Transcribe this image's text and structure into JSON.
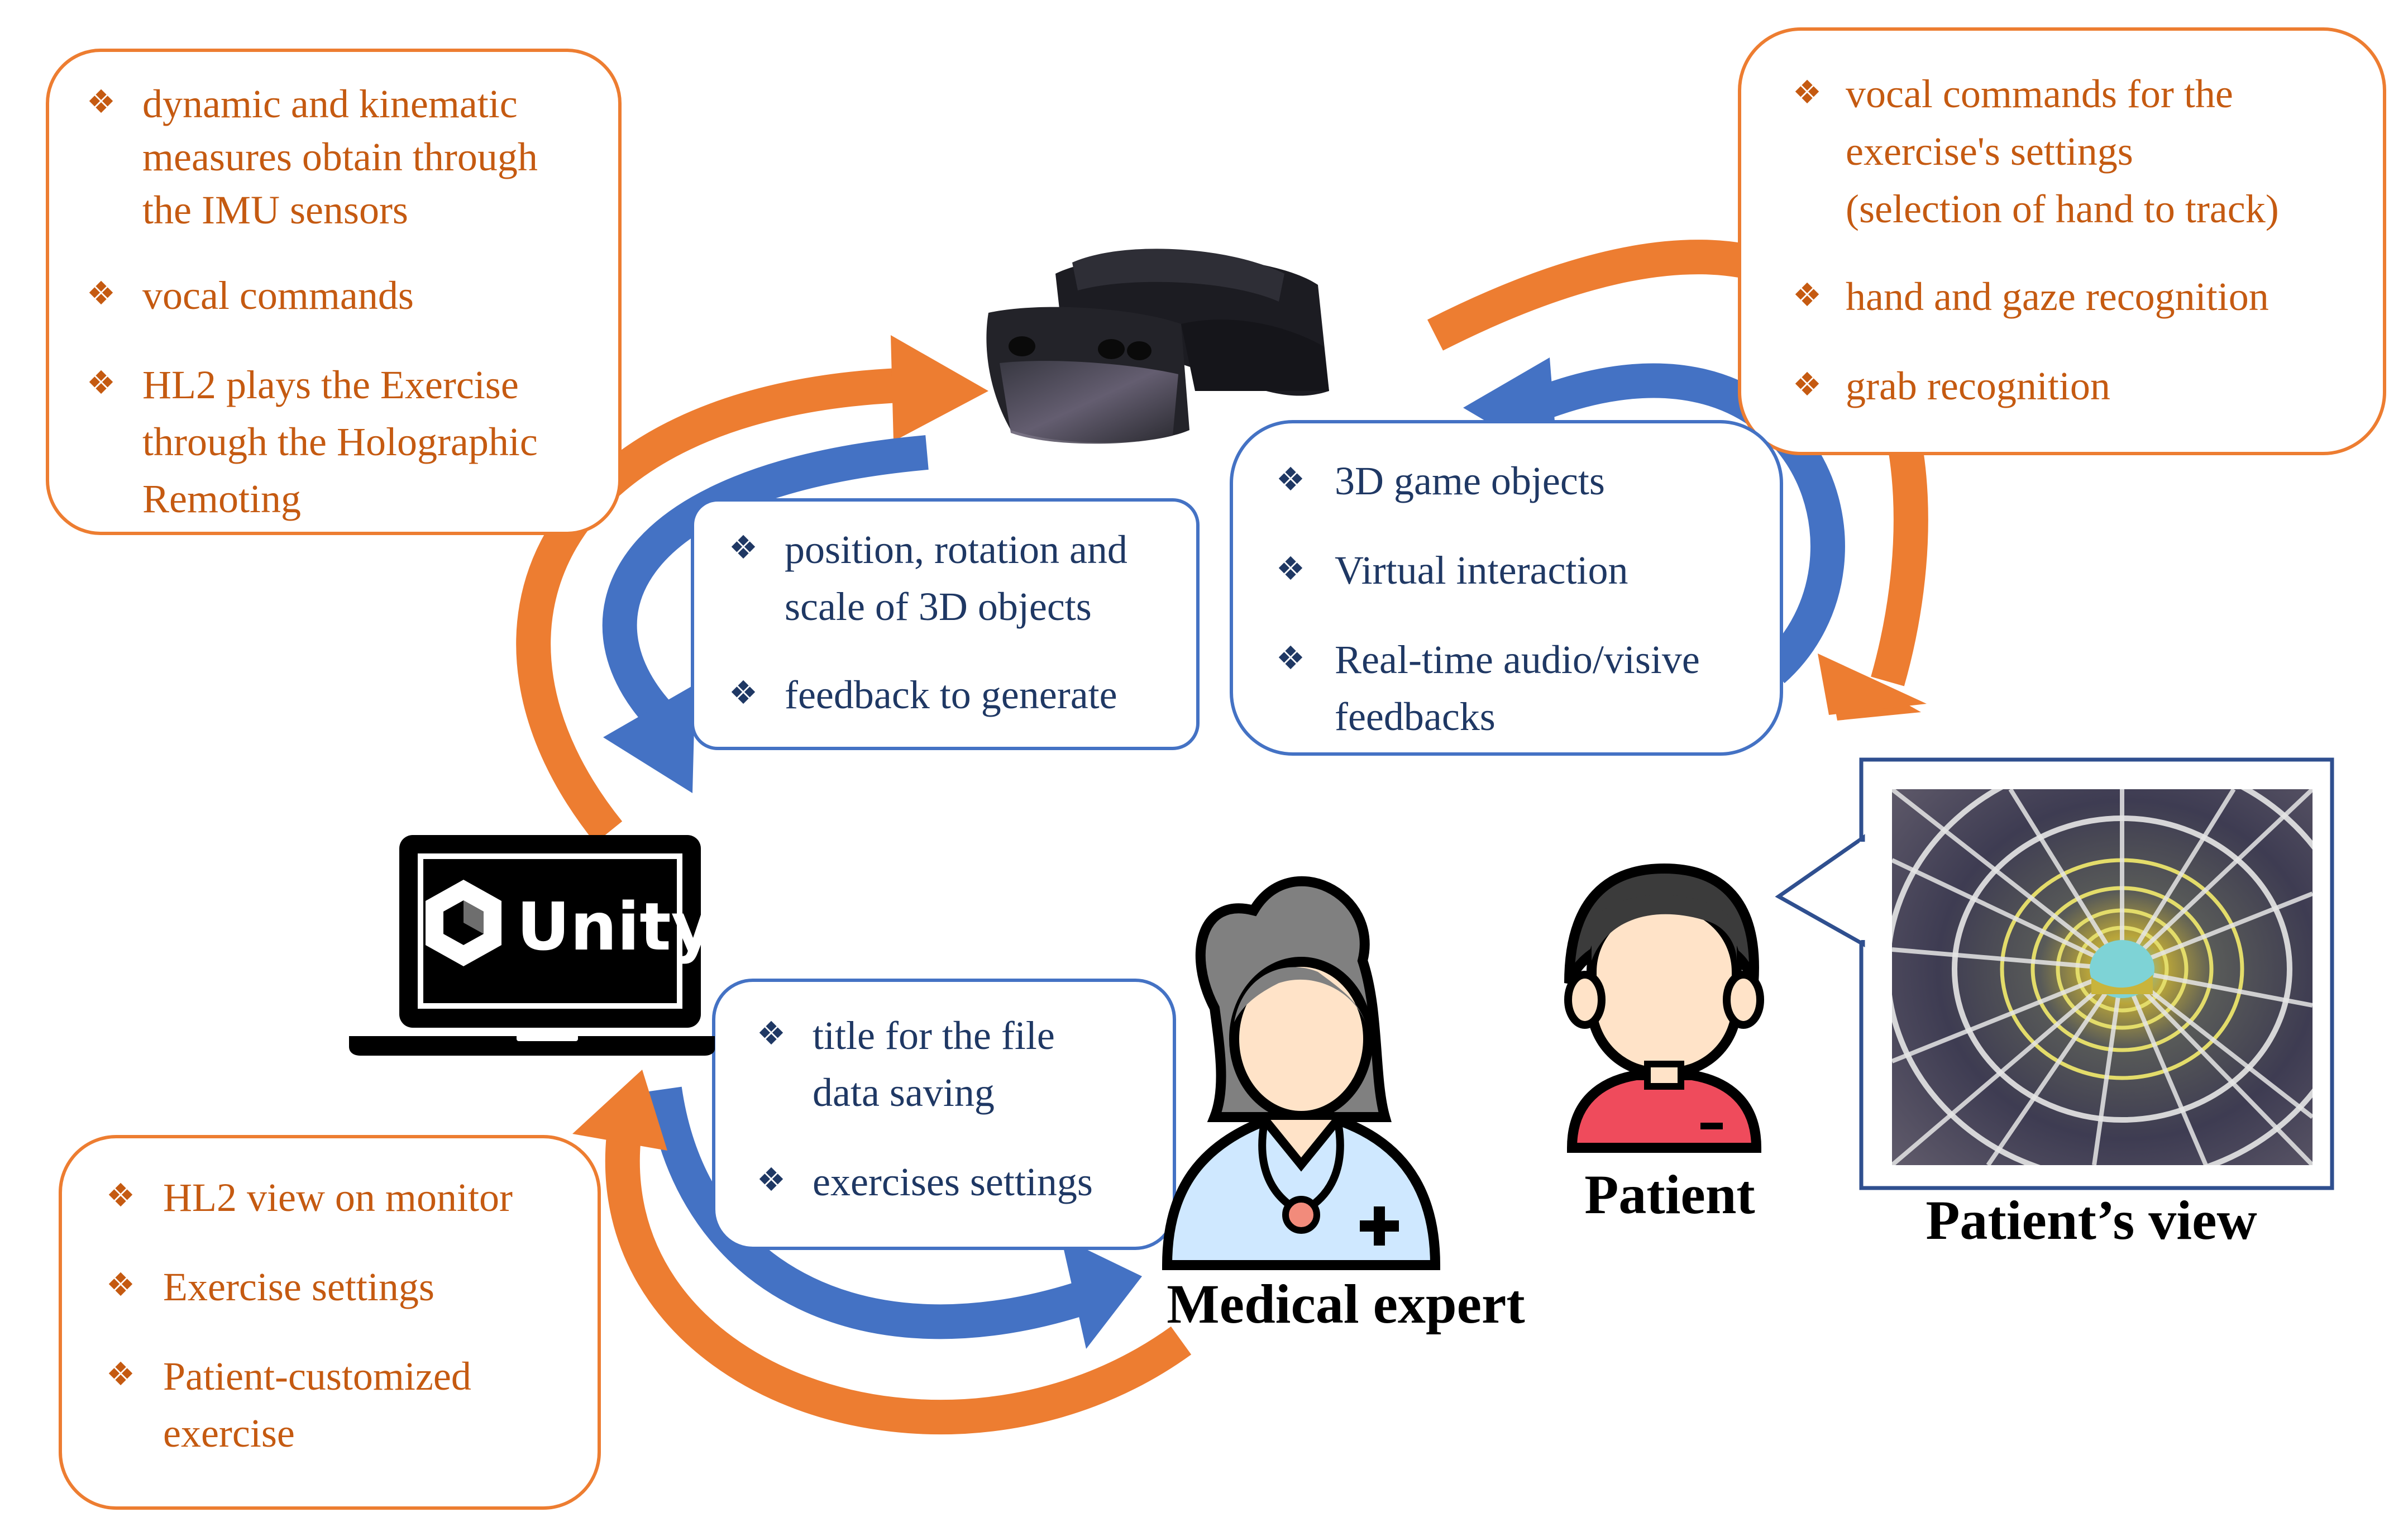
{
  "colors": {
    "orange": "#ed7d31",
    "orange_text": "#c55a11",
    "blue": "#4472c4",
    "blue_text": "#1f3864",
    "navy_frame": "#2f4f8f"
  },
  "icons": [
    "bullet-diamond-icon",
    "hololens-headset-icon",
    "laptop-icon",
    "unity-logo-icon",
    "doctor-icon",
    "patient-icon",
    "tunnel-view-image"
  ],
  "boxes": {
    "hl2_sensors": {
      "items": [
        [
          "dynamic and kinematic",
          "measures obtain through",
          "the IMU sensors"
        ],
        [
          "vocal commands"
        ],
        [
          "HL2 plays the Exercise",
          "through the Holographic",
          "Remoting"
        ]
      ]
    },
    "patient_commands": {
      "items": [
        [
          "vocal commands for the",
          "exercise's settings",
          "(selection of hand to track)"
        ],
        [
          "hand and gaze recognition"
        ],
        [
          "grab recognition"
        ]
      ]
    },
    "unity_to_hl2": {
      "items": [
        [
          "position, rotation and",
          "scale of 3D objects"
        ],
        [
          "feedback to generate"
        ]
      ]
    },
    "hl2_to_patient": {
      "items": [
        [
          "3D game objects"
        ],
        [
          "Virtual interaction"
        ],
        [
          "Real-time audio/visive",
          "feedbacks"
        ]
      ]
    },
    "expert_to_unity": {
      "items": [
        [
          "title for the file",
          "data saving"
        ],
        [
          "exercises settings"
        ]
      ]
    },
    "unity_to_expert": {
      "items": [
        [
          "HL2 view on monitor"
        ],
        [
          "Exercise settings"
        ],
        [
          "Patient-customized",
          "exercise"
        ]
      ]
    }
  },
  "labels": {
    "unity": "Unity",
    "patient": "Patient",
    "patients_view": "Patient’s view",
    "medical_expert": "Medical expert"
  }
}
